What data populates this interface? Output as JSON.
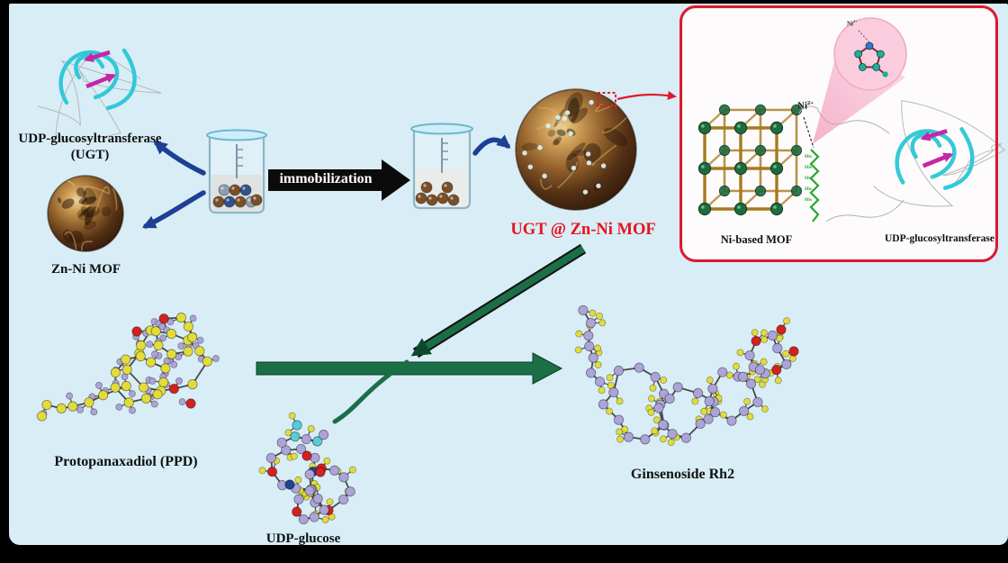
{
  "figure": {
    "labels": {
      "enzyme_line1": "UDP-glucosyltransferase",
      "enzyme_line2": "(UGT)",
      "mof": "Zn-Ni MOF",
      "process": "immobilization",
      "product_composite": "UGT @ Zn-Ni MOF",
      "inset_mof": "Ni-based MOF",
      "inset_enzyme": "UDP-glucosyltransferase",
      "ni_ion_base": "Ni",
      "ni_ion_sup": "2+",
      "zoom_ni_base": "Ni",
      "zoom_ni_sup": "2+",
      "his_residue": "His",
      "substrate": "Protopanaxadiol (PPD)",
      "cofactor": "UDP-glucose",
      "product": "Ginsenoside Rh2"
    },
    "colors": {
      "background": "#d8edf6",
      "accent_red": "#e0182d",
      "arrow_blue": "#1e3f93",
      "arrow_black": "#0b0b0b",
      "arrow_green": "#1b6f46",
      "arrow_green_dark": "#0d4a2b",
      "mof_sphere_brown": "#8f5e2a",
      "enzyme_cyan": "#29c6d6",
      "enzyme_magenta": "#c428a6",
      "lattice_green": "#1e6b3f",
      "lattice_rod": "#a87a1e",
      "his_green": "#26a82e",
      "atom_yellow": "#e2dc3a",
      "atom_purple": "#aca3d8",
      "atom_red": "#d42020",
      "atom_navy": "#24418f",
      "atom_cyan": "#57cbd8",
      "zoom_pink": "#f9cddd"
    }
  }
}
